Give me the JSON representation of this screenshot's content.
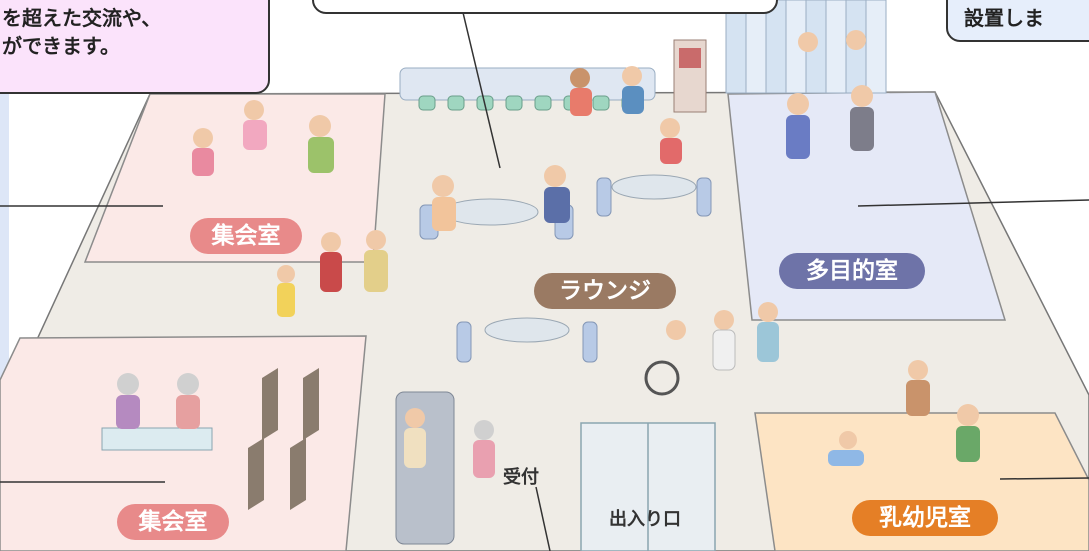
{
  "callouts": {
    "left": {
      "line1": "を超えた交流や、",
      "line2": "ができます。"
    },
    "center": {
      "text": ""
    },
    "right": {
      "text": "設置しま"
    }
  },
  "rooms": {
    "meeting_room_top": "集会室",
    "meeting_room_bottom": "集会室",
    "lounge": "ラウンジ",
    "multipurpose_room": "多目的室",
    "nursery_room": "乳幼児室"
  },
  "labels": {
    "reception": "受付",
    "entrance": "出入り口"
  },
  "colors": {
    "meeting_pill": "#e88a8a",
    "lounge_pill": "#9a7a63",
    "multipurpose_pill": "#6e73a8",
    "nursery_pill": "#e57f26",
    "meeting_floor": "#fbe9e7",
    "multipurpose_floor": "#e5e9f7",
    "nursery_floor": "#fde4c4",
    "lounge_floor": "#efece6",
    "callout_pink": "#fbe3fb",
    "callout_blue": "#e6eefb"
  }
}
